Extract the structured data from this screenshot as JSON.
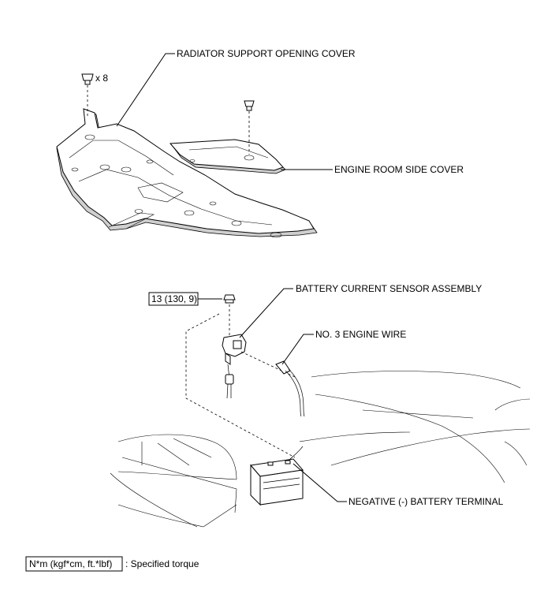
{
  "callouts": {
    "radiator_cover": "RADIATOR SUPPORT OPENING COVER",
    "clip_qty": "x 8",
    "engine_room_cover": "ENGINE ROOM SIDE COVER",
    "sensor": "BATTERY CURRENT SENSOR ASSEMBLY",
    "engine_wire": "NO. 3 ENGINE WIRE",
    "neg_terminal": "NEGATIVE (-) BATTERY TERMINAL"
  },
  "torque": {
    "value": "13 (130, 9)"
  },
  "legend": {
    "units": "N*m (kgf*cm, ft.*lbf)",
    "description": ": Specified torque"
  }
}
